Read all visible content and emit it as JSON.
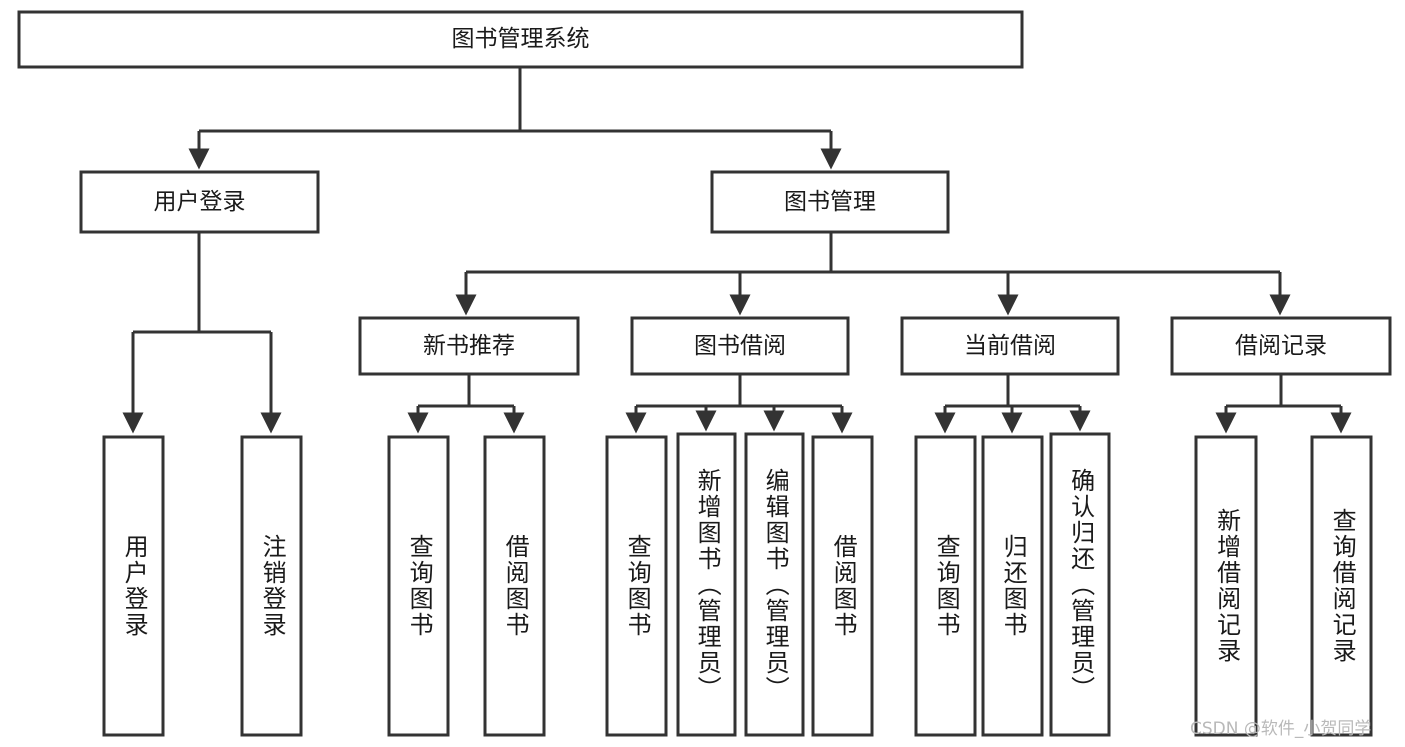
{
  "diagram": {
    "type": "tree-hierarchy-chart",
    "title": "图书管理系统",
    "colors": {
      "box_fill": "#ffffff",
      "box_stroke": "#333333",
      "text": "#1a1a1a",
      "background": "#ffffff",
      "watermark": "#b9b9b9"
    },
    "root": {
      "label": "图书管理系统"
    },
    "level2": [
      {
        "label": "用户登录"
      },
      {
        "label": "图书管理"
      }
    ],
    "level3": [
      {
        "label": "新书推荐"
      },
      {
        "label": "图书借阅"
      },
      {
        "label": "当前借阅"
      },
      {
        "label": "借阅记录"
      }
    ],
    "leaves": {
      "user_login": [
        {
          "label": "用户登录"
        },
        {
          "label": "注销登录"
        }
      ],
      "new_book_recommend": [
        {
          "label": "查询图书"
        },
        {
          "label": "借阅图书"
        }
      ],
      "book_borrow": [
        {
          "label": "查询图书"
        },
        {
          "label": "新增图书（管理员）"
        },
        {
          "label": "编辑图书（管理员）"
        },
        {
          "label": "借阅图书"
        }
      ],
      "current_borrow": [
        {
          "label": "查询图书"
        },
        {
          "label": "归还图书"
        },
        {
          "label": "确认归还（管理员）"
        }
      ],
      "borrow_record": [
        {
          "label": "新增借阅记录"
        },
        {
          "label": "查询借阅记录"
        }
      ]
    }
  },
  "watermark": {
    "text": "CSDN @软件_小贺同学"
  }
}
